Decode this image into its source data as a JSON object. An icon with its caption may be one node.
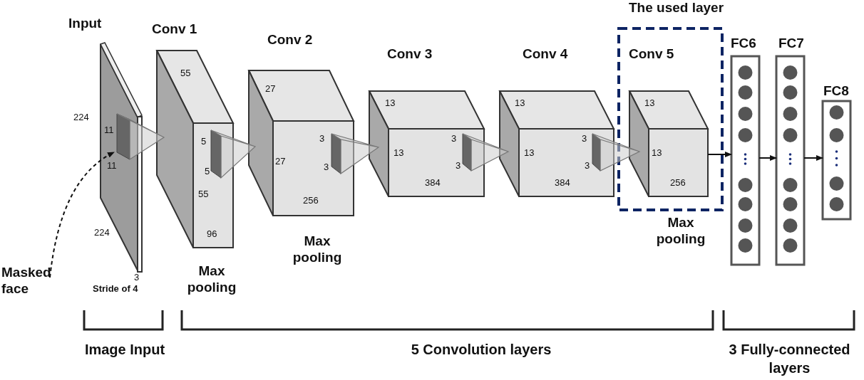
{
  "diagram": {
    "nodes": [
      {
        "text": [
          "Input",
          "224",
          "11",
          "11",
          "224",
          "3"
        ],
        "beside": [
          "Stride of 4"
        ]
      },
      {
        "text": [
          "Conv 1",
          "55",
          "5",
          "5",
          "55",
          "96"
        ],
        "beside": [
          "Max pooling"
        ]
      },
      {
        "text": [
          "Conv 2",
          "27",
          "27",
          "3",
          "3",
          "256"
        ],
        "beside": [
          "Max pooling"
        ]
      },
      {
        "text": [
          "Conv 3",
          "13",
          "13",
          "3",
          "3",
          "384"
        ]
      },
      {
        "text": [
          "Conv 4",
          "13",
          "13",
          "3",
          "3",
          "384"
        ]
      },
      {
        "text": [
          "The used layer"
        ]
      },
      {
        "text": [
          "Conv 5",
          "13",
          "13",
          "256"
        ],
        "in": 5,
        "beside": [
          "Max pooling"
        ]
      },
      {
        "text": [
          "FC6"
        ]
      },
      {
        "text": [
          "FC7"
        ]
      },
      {
        "text": [
          "FC8"
        ]
      },
      {
        "text": [
          "Masked face"
        ]
      }
    ],
    "edges": [
      {
        "from": 0,
        "to": 1,
        "arrow": "none",
        "color": "#777777"
      },
      {
        "from": 1,
        "to": 2,
        "arrow": "none",
        "color": "#777777"
      },
      {
        "from": 2,
        "to": 3,
        "arrow": "none",
        "color": "#777777"
      },
      {
        "from": 3,
        "to": 4,
        "arrow": "none",
        "color": "#777777"
      },
      {
        "from": 4,
        "to": 6,
        "arrow": "none",
        "color": "#777777"
      },
      {
        "from": 6,
        "to": 7,
        "arrow": "to",
        "color": "#111111"
      },
      {
        "from": 7,
        "to": 8,
        "arrow": "to",
        "color": "#111111"
      },
      {
        "from": 8,
        "to": 9,
        "arrow": "to",
        "color": "#111111"
      },
      {
        "from": 10,
        "to": 0,
        "arrow": "to",
        "style": "dashed",
        "color": "#111111"
      }
    ],
    "labels": [
      "Image Input",
      "5 Convolution layers",
      "3 Fully-connected layers"
    ]
  }
}
